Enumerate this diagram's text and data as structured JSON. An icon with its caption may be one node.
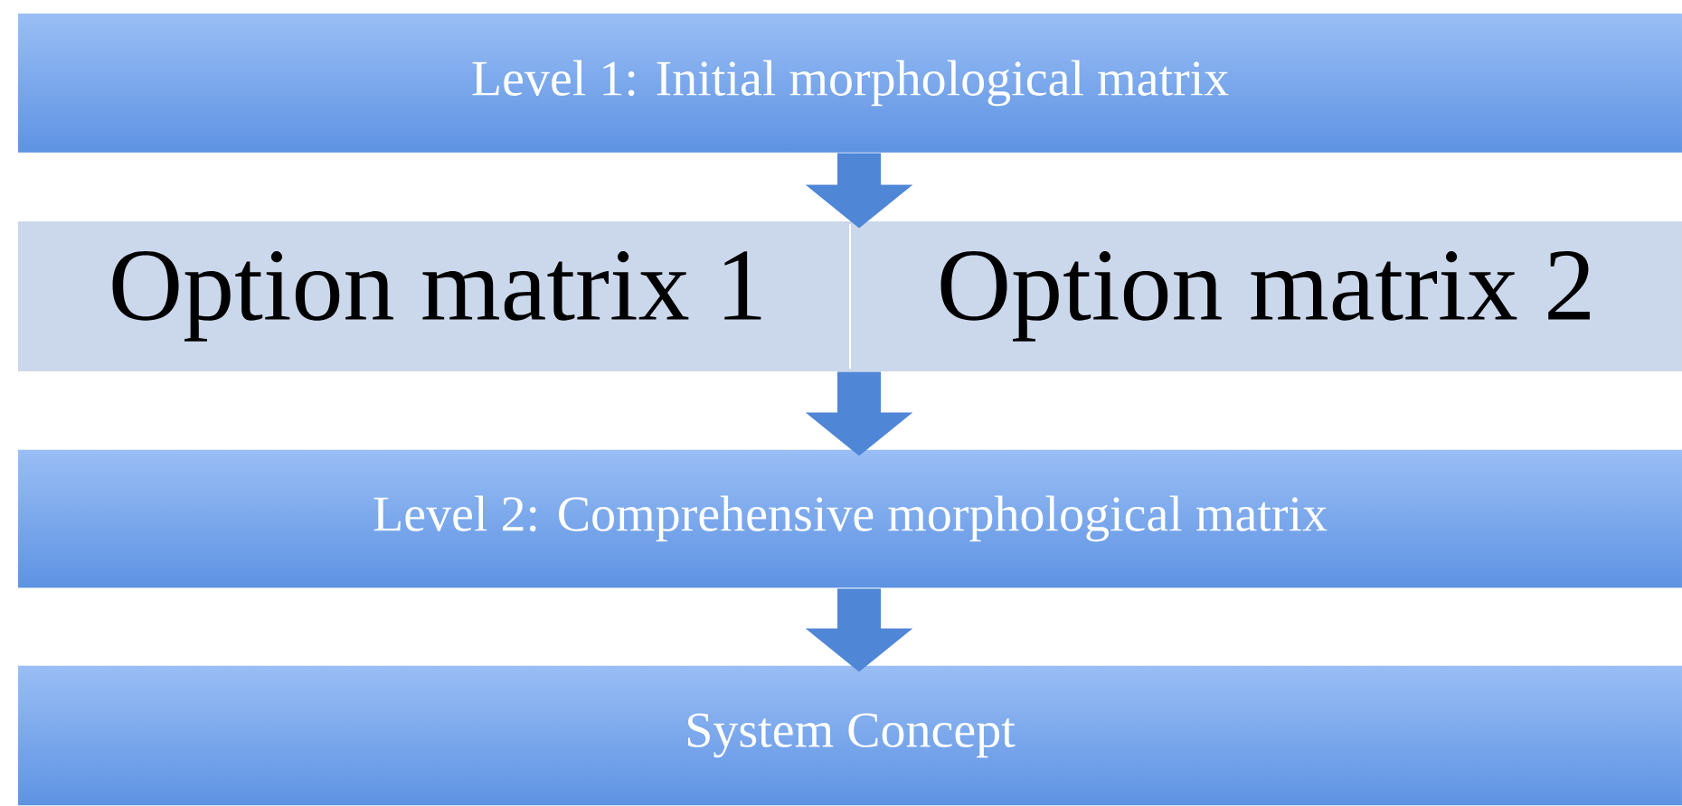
{
  "diagram": {
    "nodes": [
      {
        "text": [
          "Level 1: Initial morphological matrix"
        ]
      },
      {
        "text": [],
        "shape": "box"
      },
      {
        "text": [
          "Option matrix 1"
        ],
        "in": 1
      },
      {
        "text": [
          "Option matrix 2"
        ],
        "in": 1
      },
      {
        "text": [
          "Level 2: Comprehensive morphological matrix"
        ]
      },
      {
        "text": [
          "System Concept"
        ]
      }
    ],
    "edges": [
      {
        "from": 0,
        "to": 1,
        "arrow": "to"
      },
      {
        "from": 1,
        "to": 4,
        "arrow": "to"
      },
      {
        "from": 4,
        "to": 5,
        "arrow": "to"
      }
    ]
  }
}
